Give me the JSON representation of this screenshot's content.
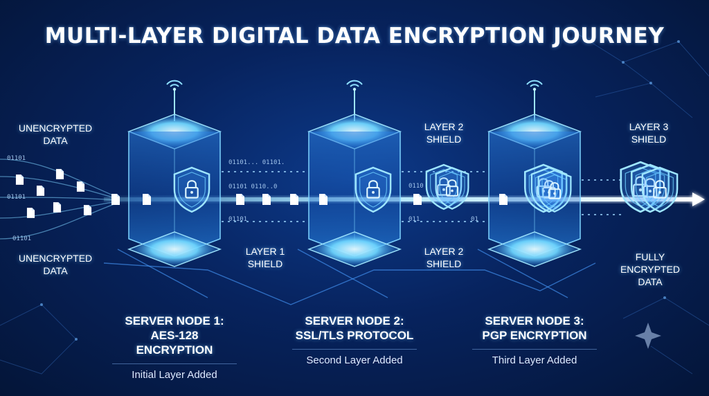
{
  "title": "MULTI-LAYER DIGITAL DATA ENCRYPTION JOURNEY",
  "labels": {
    "input_top": "UNENCRYPTED DATA",
    "input_bottom": "UNENCRYPTED DATA",
    "layer1": "LAYER 1 SHIELD",
    "layer2_top": "LAYER 2 SHIELD",
    "layer2_bottom": "LAYER 2 SHIELD",
    "layer3": "LAYER 3 SHIELD",
    "output": "FULLY ENCRYPTED DATA"
  },
  "nodes": [
    {
      "title_line1": "SERVER NODE 1:",
      "title_line2": "AES-128 ENCRYPTION",
      "subtitle": "Initial Layer Added"
    },
    {
      "title_line1": "SERVER NODE 2:",
      "title_line2": "SSL/TLS PROTOCOL",
      "subtitle": "Second Layer Added"
    },
    {
      "title_line1": "SERVER NODE 3:",
      "title_line2": "PGP ENCRYPTION",
      "subtitle": "Third Layer Added"
    }
  ],
  "binary": {
    "a": "01101",
    "b": "01101... 01101.",
    "c": "0110",
    "d": "011",
    "e": "01",
    "f": "01101 0110..0"
  },
  "colors": {
    "accent": "#5fd0ff",
    "glow": "#9fe6ff",
    "background": "#07235e"
  },
  "icons": [
    "document-icon",
    "shield-lock-icon",
    "wifi-icon",
    "sparkle-icon"
  ]
}
